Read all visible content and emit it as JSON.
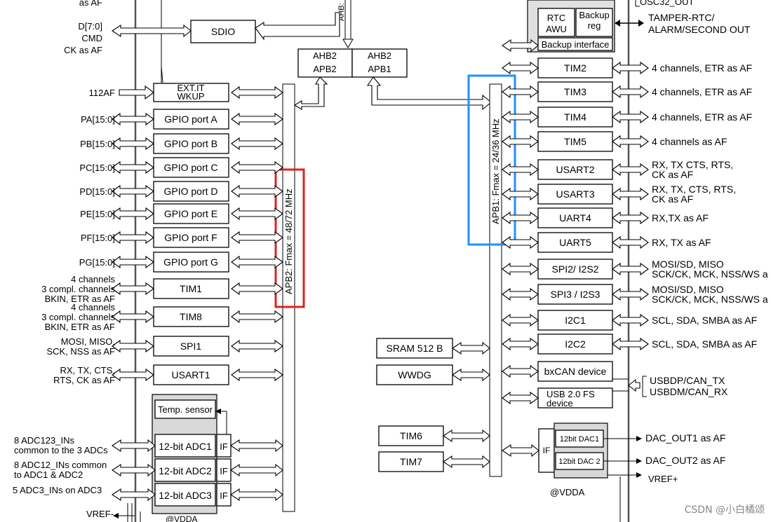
{
  "left_side_labels": {
    "as_af_top": "as AF",
    "d70": "D[7:0]",
    "cmd": "CMD",
    "ck_as_af": "CK as AF",
    "af112": "112AF",
    "pa": "PA[15:0]",
    "pb": "PB[15:0]",
    "pc": "PC[15:0]",
    "pd": "PD[15:0]",
    "pe": "PE[15:0]",
    "pf": "PF[15:0]",
    "pg": "PG[15:0]",
    "tim1_l1": "4 channels",
    "tim1_l2": "3 compl. channels",
    "tim1_l3": "BKIN, ETR as AF",
    "tim8_l1": "4 channels",
    "tim8_l2": "3 compl. channels",
    "tim8_l3": "BKIN, ETR as AF",
    "spi1_l1": "MOSI, MISO,",
    "spi1_l2": "SCK, NSS as AF",
    "usart1_l1": "RX, TX, CTS,",
    "usart1_l2": "RTS, CK as AF",
    "adc123_l1": "8 ADC123_INs",
    "adc123_l2": "common to the 3 ADCs",
    "adc12_l1": "8 ADC12_INs common",
    "adc12_l2": "to ADC1 & ADC2",
    "adc3": "5 ADC3_INs on ADC3",
    "vref_minus": "VREF-"
  },
  "left_blocks": {
    "sdio": "SDIO",
    "extit_l1": "EXT.IT",
    "extit_l2": "WKUP",
    "gpioa": "GPIO port A",
    "gpiob": "GPIO port B",
    "gpioc": "GPIO port C",
    "gpiod": "GPIO port D",
    "gpioe": "GPIO port E",
    "gpiof": "GPIO port F",
    "gpiog": "GPIO port G",
    "tim1": "TIM1",
    "tim8": "TIM8",
    "spi1": "SPI1",
    "usart1": "USART1",
    "temp": "Temp. sensor",
    "adc1": "12-bit ADC1",
    "adc2": "12-bit ADC2",
    "adc3": "12-bit ADC3",
    "if": "IF",
    "vdda_bottom": "@VDDA"
  },
  "buses": {
    "ahb": "AHB:",
    "bridge_left_l1": "AHB2",
    "bridge_left_l2": "APB2",
    "bridge_right_l1": "AHB2",
    "bridge_right_l2": "APB1",
    "apb2": "APB2: Fmax = 48/72 MHz",
    "apb1": "APB1: Fmax = 24/36 MHz"
  },
  "right_top": {
    "osc32": "OSC32_OUT",
    "rtc_l1": "RTC",
    "rtc_l2": "AWU",
    "backup_l1": "Backup",
    "backup_l2": "reg",
    "backup_interface": "Backup interface",
    "tamper_l1": "TAMPER-RTC/",
    "tamper_l2": "ALARM/SECOND OUT"
  },
  "right_blocks": {
    "tim2": "TIM2",
    "tim3": "TIM3",
    "tim4": "TIM4",
    "tim5": "TIM5",
    "usart2": "USART2",
    "usart3": "USART3",
    "uart4": "UART4",
    "uart5": "UART5",
    "spi2": "SPI2/ I2S2",
    "spi3": "SPI3 / I2S3",
    "i2c1": "I2C1",
    "i2c2": "I2C2",
    "bxcan": "bxCAN device",
    "usb_l1": "USB 2.0 FS",
    "usb_l2": "device",
    "sram": "SRAM 512 B",
    "wwdg": "WWDG",
    "tim6": "TIM6",
    "tim7": "TIM7",
    "if": "IF",
    "dac1": "12bit DAC1",
    "dac2": "12bit DAC 2",
    "vdda": "@VDDA"
  },
  "right_labels": {
    "tim2": "4 channels, ETR as AF",
    "tim3": "4 channels, ETR as AF",
    "tim4": "4 channels, ETR as AF",
    "tim5": "4 channels as AF",
    "usart2_l1": "RX, TX CTS, RTS,",
    "usart2_l2": "CK as AF",
    "usart3_l1": "RX, TX, CTS, RTS,",
    "usart3_l2": "CK as AF",
    "uart4": "RX,TX as AF",
    "uart5": "RX, TX as AF",
    "spi2_l1": "MOSI/SD, MISO",
    "spi2_l2": "SCK/CK, MCK, NSS/WS a",
    "spi3_l1": "MOSI/SD, MISO",
    "spi3_l2": "SCK/CK, MCK, NSS/WS a",
    "i2c1": "SCL, SDA, SMBA as AF",
    "i2c2": "SCL, SDA, SMBA as AF",
    "usb_l1": "USBDP/CAN_TX",
    "usb_l2": "USBDM/CAN_RX",
    "dac1": "DAC_OUT1 as AF",
    "dac2": "DAC_OUT2 as AF",
    "vref_plus": "VREF+"
  },
  "watermark": "CSDN @小白橘颂",
  "highlight_colors": {
    "apb2_box": "#e02020",
    "apb1_box": "#1e90ff"
  }
}
